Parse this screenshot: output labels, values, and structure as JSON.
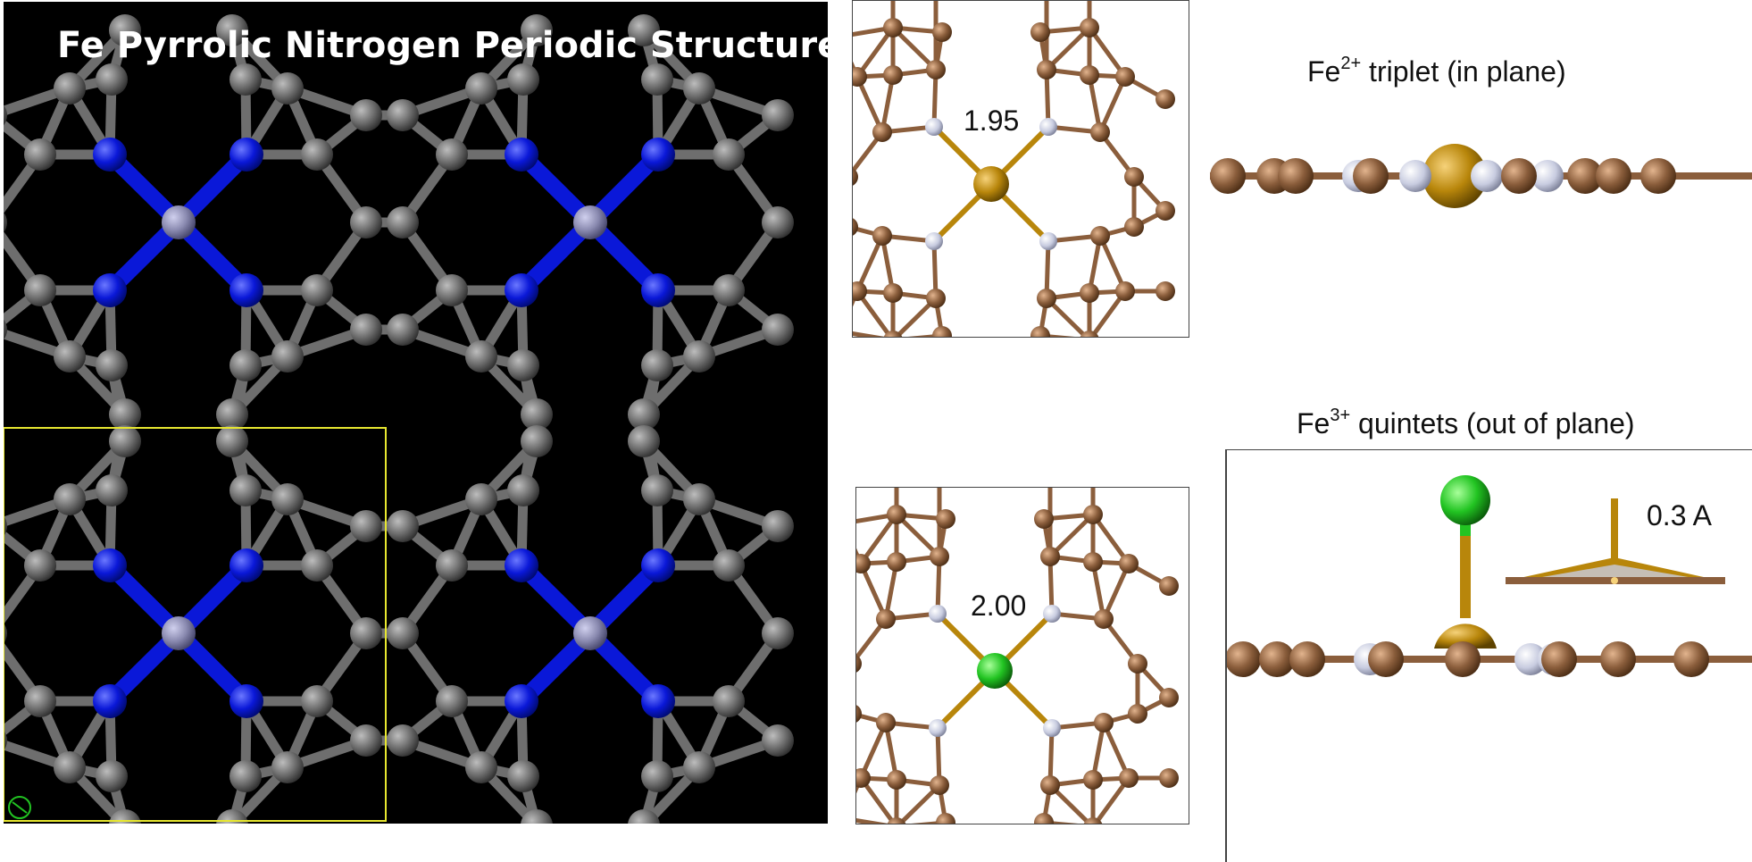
{
  "left_panel": {
    "title": "Fe Pyrrolic Nitrogen Periodic Structure"
  },
  "top_mini": {
    "bond_length": "1.95"
  },
  "bottom_mini": {
    "bond_length": "2.00"
  },
  "fe2": {
    "prefix": "Fe",
    "charge": "2+",
    "suffix": " triplet (in plane)"
  },
  "fe3": {
    "prefix": "Fe",
    "charge": "3+",
    "suffix": " quintets (out of plane)",
    "displacement": "0.3 A"
  },
  "colors": {
    "carbon_gray": "#6e6e6e",
    "nitrogen_blue": "#0a18d8",
    "fe_lavender": "#8a8ab0",
    "carbon_brown": "#8b5e3c",
    "nitrogen_pale": "#c8cce0",
    "fe_gold": "#b8860b",
    "chlorine_green": "#22c422",
    "cell_yellow": "#e8e830"
  }
}
